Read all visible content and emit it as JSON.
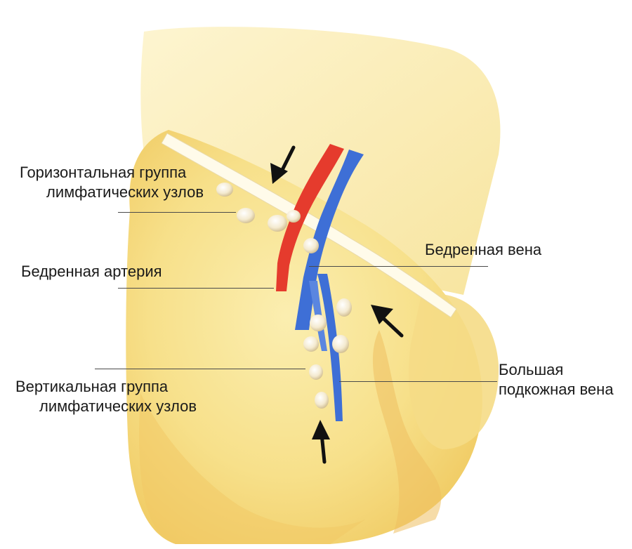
{
  "labels": {
    "horizontal_group": [
      "Горизонтальная группа",
      "лимфатических узлов"
    ],
    "femoral_artery": "Бедренная артерия",
    "femoral_vein": "Бедренная вена",
    "vertical_group": [
      "Вертикальная группа",
      "лимфатических узлов"
    ],
    "great_saphenous": [
      "Большая",
      "подкожная вена"
    ]
  },
  "colors": {
    "background": "#ffffff",
    "thigh_fill": "#f7e48a",
    "thigh_shade": "#f0c95c",
    "artery": "#e53b2d",
    "vein": "#3e6fd6",
    "ligament": "#fffbe6",
    "lymph_node": "#f8f1d8",
    "arrow": "#111111",
    "text": "#1a1a1a"
  },
  "icons": {
    "arrows": [
      "arrow-down-left-icon",
      "arrow-up-left-icon",
      "arrow-up-icon"
    ]
  }
}
